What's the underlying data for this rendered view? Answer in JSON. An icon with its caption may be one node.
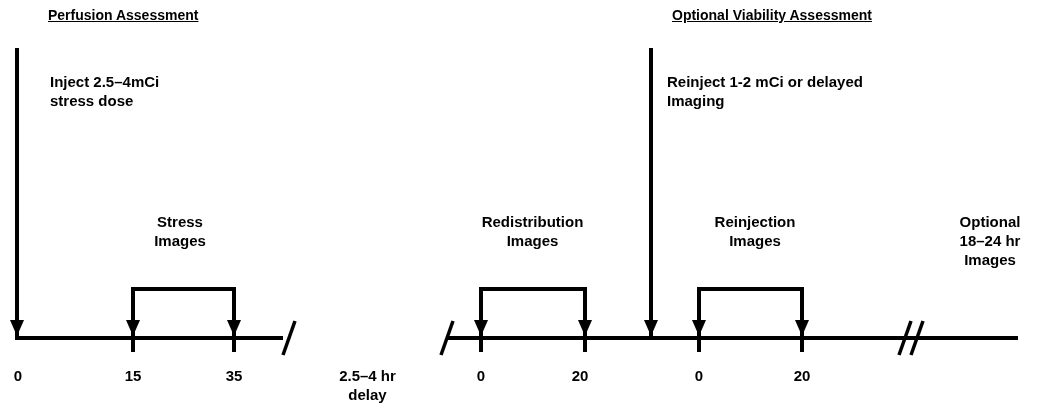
{
  "diagram": {
    "nodes": [
      {
        "text": [],
        "shape": "bar"
      },
      {
        "text": [],
        "shape": "bar"
      }
    ],
    "edges": [
      {
        "from": null,
        "to": 0,
        "arrow": "to"
      },
      {
        "from": null,
        "to": 0,
        "arrow": "to"
      },
      {
        "from": null,
        "to": 0,
        "arrow": "to"
      },
      {
        "from": null,
        "to": 1,
        "arrow": "to"
      },
      {
        "from": null,
        "to": 1,
        "arrow": "to"
      },
      {
        "from": null,
        "to": 1,
        "arrow": "to"
      },
      {
        "from": null,
        "to": 1,
        "arrow": "to"
      },
      {
        "from": null,
        "to": 1,
        "arrow": "to"
      }
    ],
    "labels": [
      "Perfusion Assessment",
      "Optional Viability Assessment",
      "Inject 2.5–4mCi stress dose",
      "Reinject 1-2 mCi or delayed Imaging",
      "Stress Images",
      "Redistribution Images",
      "Reinjection Images",
      "Optional 18–24 hr Images",
      "0",
      "15",
      "35",
      "2.5–4 hr delay",
      "0",
      "20",
      "0",
      "20"
    ]
  }
}
